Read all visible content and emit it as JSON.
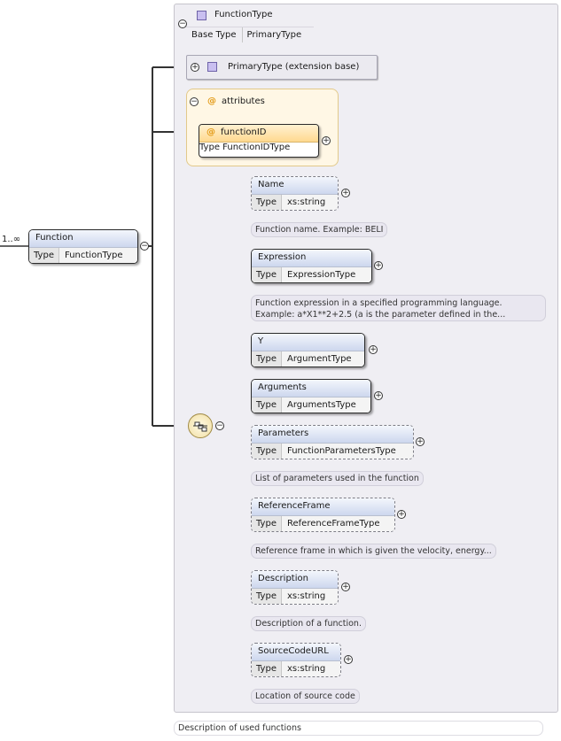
{
  "root": {
    "cardinality": "1..∞",
    "name": "Function",
    "type_key": "Type",
    "type_value": "FunctionType",
    "doc": "Description of used functions"
  },
  "complex_type": {
    "title": "FunctionType",
    "base_type_key": "Base Type",
    "base_type_value": "PrimaryType",
    "extension_label": "PrimaryType (extension base)"
  },
  "attributes": {
    "title": "attributes",
    "items": [
      {
        "name": "functionID",
        "type_key": "Type",
        "type_value": "FunctionIDType"
      }
    ]
  },
  "elements": [
    {
      "name": "Name",
      "type_key": "Type",
      "type_value": "xs:string",
      "doc": "Function name. Example: BELI",
      "doc2": ""
    },
    {
      "name": "Expression",
      "type_key": "Type",
      "type_value": "ExpressionType",
      "doc": "Function expression in a specified programming language.",
      "doc2": "Example: a*X1**2+2.5 (a is the parameter defined in the..."
    },
    {
      "name": "Y",
      "type_key": "Type",
      "type_value": "ArgumentType",
      "doc": "",
      "doc2": ""
    },
    {
      "name": "Arguments",
      "type_key": "Type",
      "type_value": "ArgumentsType",
      "doc": "",
      "doc2": ""
    },
    {
      "name": "Parameters",
      "type_key": "Type",
      "type_value": "FunctionParametersType",
      "doc": "List of parameters used in the function",
      "doc2": ""
    },
    {
      "name": "ReferenceFrame",
      "type_key": "Type",
      "type_value": "ReferenceFrameType",
      "doc": "Reference frame in which is given the velocity, energy...",
      "doc2": ""
    },
    {
      "name": "Description",
      "type_key": "Type",
      "type_value": "xs:string",
      "doc": "Description of a function.",
      "doc2": ""
    },
    {
      "name": "SourceCodeURL",
      "type_key": "Type",
      "type_value": "xs:string",
      "doc": "Location of source code",
      "doc2": ""
    }
  ],
  "icons": {
    "collapse": "minus-circle-icon",
    "expand": "plus-circle-icon",
    "complex_type": "complex-type-icon",
    "attribute": "at-sign-icon",
    "sequence": "sequence-compositor-icon"
  },
  "colors": {
    "panel": "#efeef3",
    "element_header": "#cdd7ee",
    "attribute_header": "#ffd98f",
    "attribute_group": "#fff7e5"
  }
}
